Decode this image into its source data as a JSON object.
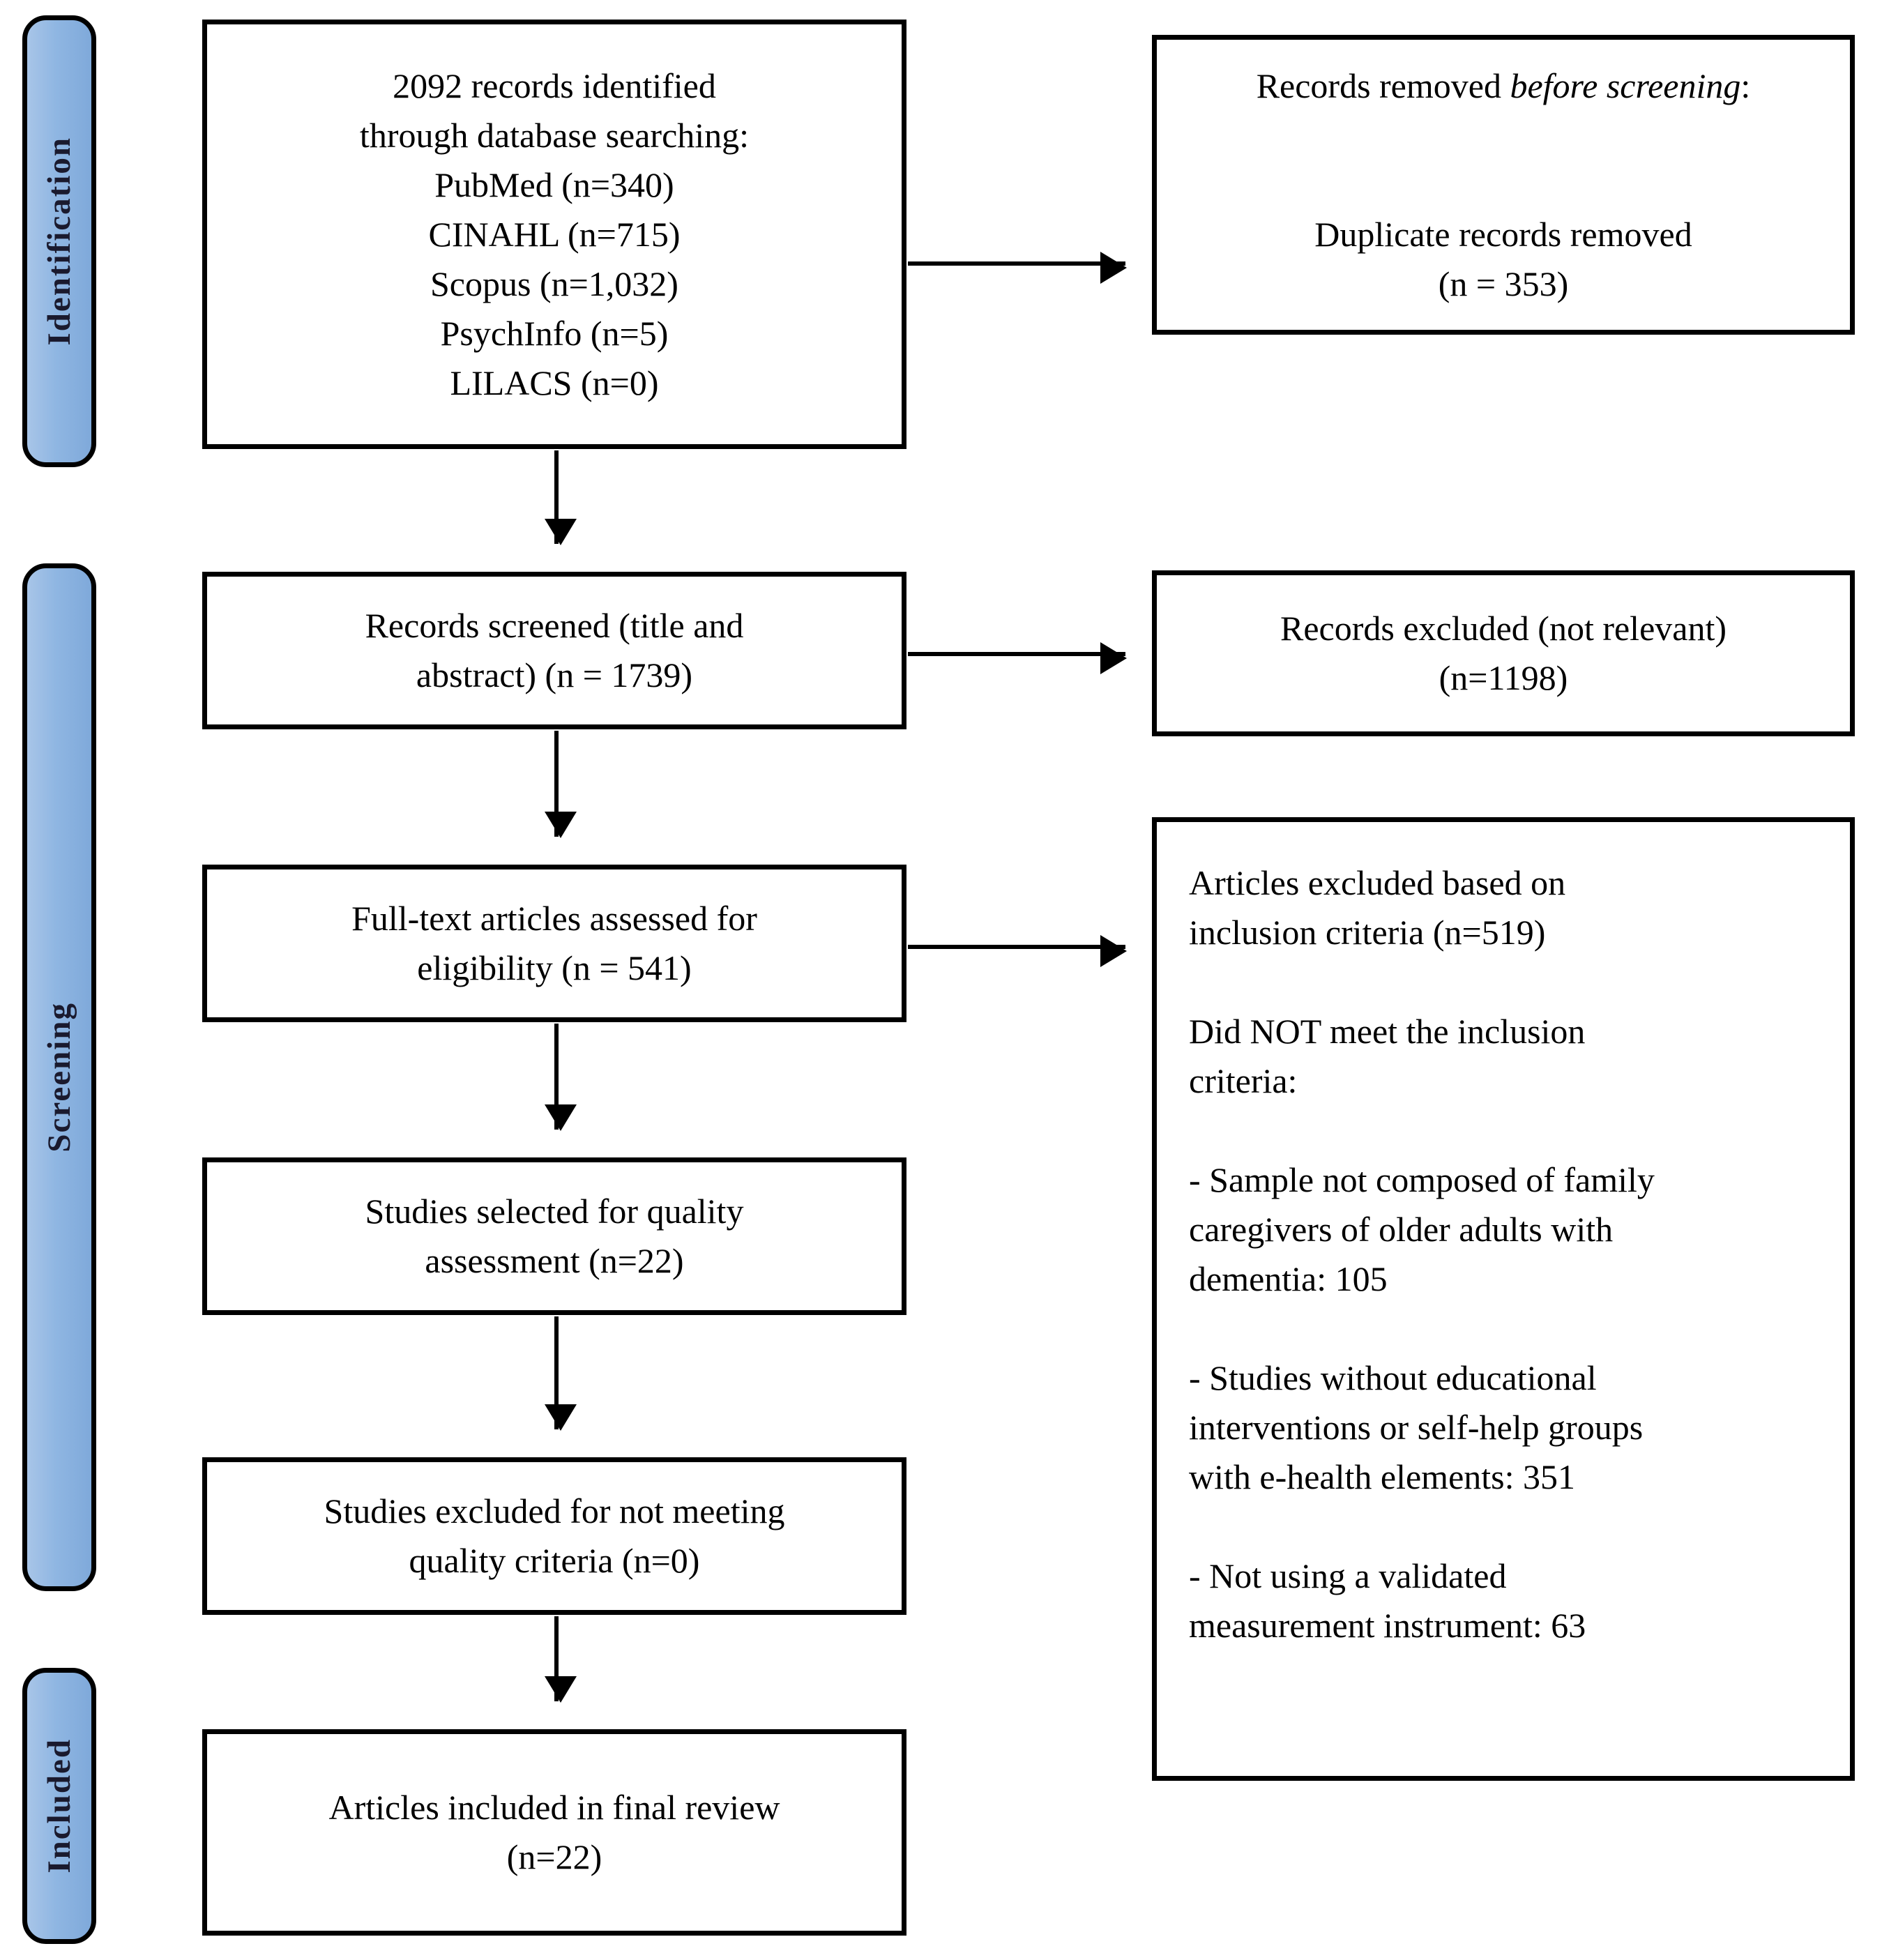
{
  "diagram": {
    "type": "PRISMA flow diagram",
    "accent_color": "#8fb6e2",
    "border_color": "#000000",
    "background_color": "#ffffff"
  },
  "phases": [
    {
      "label": "Identification"
    },
    {
      "label": "Screening"
    },
    {
      "label": "Included"
    }
  ],
  "left_boxes": [
    {
      "id": "records-identified",
      "text": "2092 records identified\nthrough database searching:\nPubMed (n=340)\nCINAHL (n=715)\nScopus (n=1,032)\nPsychInfo (n=5)\nLILACS (n=0)"
    },
    {
      "id": "records-screened",
      "text": "Records screened (title and\nabstract) (n = 1739)"
    },
    {
      "id": "fulltext-assessed",
      "text": "Full-text articles assessed for\neligibility (n = 541)"
    },
    {
      "id": "studies-selected-quality",
      "text": "Studies selected for quality\nassessment (n=22)"
    },
    {
      "id": "studies-excluded-quality",
      "text": "Studies excluded for not meeting\nquality criteria (n=0)"
    },
    {
      "id": "articles-included",
      "text": "Articles included in final review\n(n=22)"
    }
  ],
  "right_boxes": [
    {
      "id": "records-removed-before-screening",
      "heading_plain": "Records removed ",
      "heading_italic": "before screening",
      "heading_tail": ":",
      "body": "Duplicate records removed\n(n = 353)"
    },
    {
      "id": "records-excluded-not-relevant",
      "text": "Records excluded (not relevant)\n(n=1198)"
    },
    {
      "id": "articles-excluded-inclusion-criteria",
      "text": "Articles excluded based on\ninclusion criteria (n=519)\n\nDid NOT meet the inclusion\ncriteria:\n\n- Sample not composed of family\ncaregivers of older adults with\ndementia: 105\n\n- Studies without educational\ninterventions or self-help groups\nwith e-health elements: 351\n\n- Not using a validated\nmeasurement instrument: 63"
    }
  ],
  "counts": {
    "records_identified_total": 2092,
    "pubmed": 340,
    "cinahl": 715,
    "scopus": 1032,
    "psychinfo": 5,
    "lilacs": 0,
    "duplicates_removed": 353,
    "records_screened": 1739,
    "records_excluded_not_relevant": 1198,
    "fulltext_assessed": 541,
    "articles_excluded_inclusion": 519,
    "excluded_sample_not_family_caregivers": 105,
    "excluded_no_educational_intervention": 351,
    "excluded_no_validated_instrument": 63,
    "studies_selected_quality": 22,
    "studies_excluded_quality": 0,
    "articles_included_final": 22
  }
}
